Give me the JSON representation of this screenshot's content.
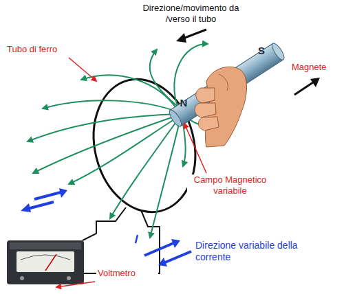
{
  "diagram": {
    "labels": [
      "Direzione/movimento da /verso il tubo",
      "Tubo di ferro",
      "Magnete",
      "N",
      "S",
      "Campo Magnetico variabile",
      "Direzione variabile della corrente",
      "Voltmetro"
    ]
  }
}
